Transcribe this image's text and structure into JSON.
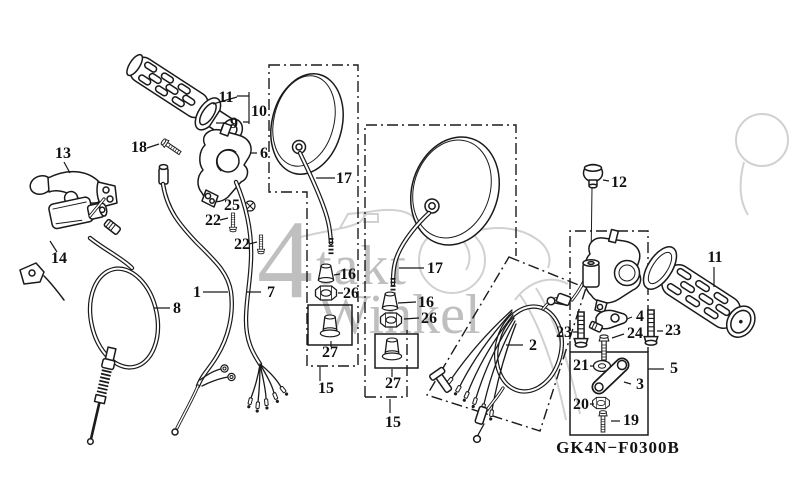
{
  "diagram": {
    "drawing_code": "GK4N−F0300B",
    "watermark": {
      "numeral": "4",
      "word1": "takt",
      "word2": "Winkel"
    },
    "colors": {
      "line": "#1a1a1a",
      "watermark": "#b5b5b5",
      "sketch": "#cccccc",
      "background": "#ffffff"
    },
    "labels": {
      "g11a": "11",
      "g10": "10",
      "g9": "9",
      "g18": "18",
      "g6": "6",
      "g13": "13",
      "g25": "25",
      "g22a": "22",
      "g22b": "22",
      "g14": "14",
      "g1": "1",
      "g7": "7",
      "g8": "8",
      "g17a": "17",
      "g16a": "16",
      "g26a": "26",
      "g27a": "27",
      "g15a": "15",
      "g17b": "17",
      "g16b": "16",
      "g26b": "26",
      "g27b": "27",
      "g15b": "15",
      "g2": "2",
      "g12": "12",
      "g11b": "11",
      "g4": "4",
      "g24": "24",
      "g23a": "23",
      "g23b": "23",
      "g21": "21",
      "g5": "5",
      "g3": "3",
      "g20": "20",
      "g19": "19"
    }
  }
}
